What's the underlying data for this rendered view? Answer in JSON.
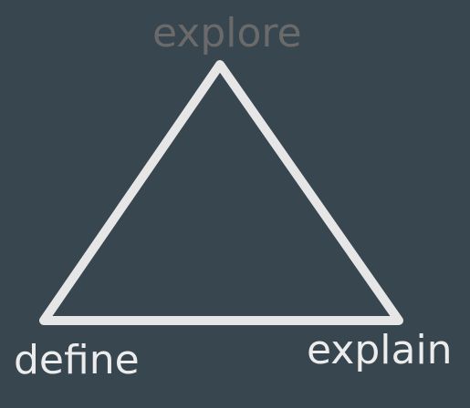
{
  "diagram": {
    "vertices": {
      "top": "explore",
      "bottom_left": "define",
      "bottom_right": "explain"
    },
    "colors": {
      "background": "#37464f",
      "triangle_stroke": "#e6e6e6",
      "top_label": "#6a6a6a",
      "bottom_labels": "#ececec"
    }
  }
}
